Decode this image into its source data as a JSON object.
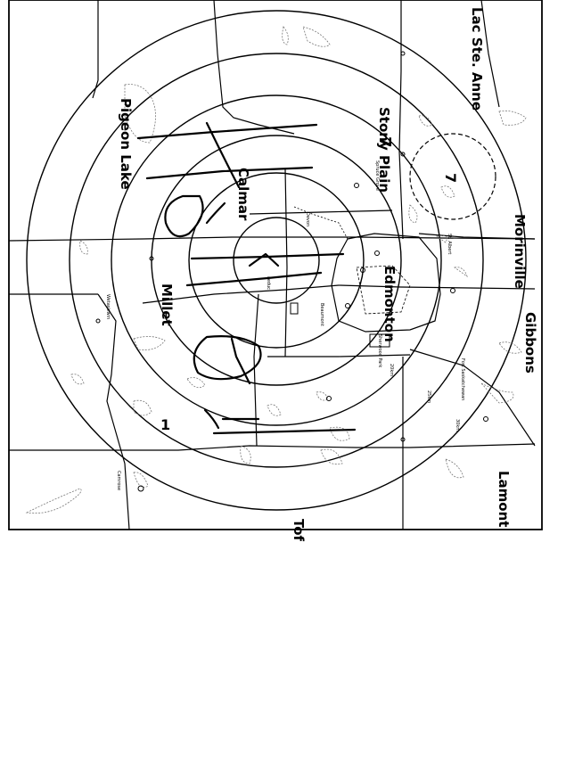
{
  "map": {
    "orientation": "rotated 90 degrees clockwise",
    "labels": {
      "lac_ste_anne": "Lac Ste. Anne",
      "pigeon_lake": "Pigeon Lake",
      "stony_plain": "Stony Plain",
      "calmar": "Calmar",
      "edmonton": "Edmonton",
      "morinville": "Morinville",
      "gibbons": "Gibbons",
      "millet": "Millet",
      "lamont": "Lamont",
      "tofield": "Tof"
    },
    "ring_labels": [
      "20km",
      "25km",
      "30km"
    ],
    "small_labels": {
      "spruce_grove": "Spruce Grove",
      "st_albert": "St. Albert",
      "sherwood_park": "Sherwood Park",
      "fort_saskatchewan": "Fort Saskatchewan",
      "wetaskiwin": "Wetaskiwin",
      "beaumont": "Beaumont",
      "leduc": "Leduc",
      "devon": "Devon",
      "camrose": "Camrose"
    },
    "handwritten_marks": [
      "7",
      "7",
      "1"
    ]
  }
}
